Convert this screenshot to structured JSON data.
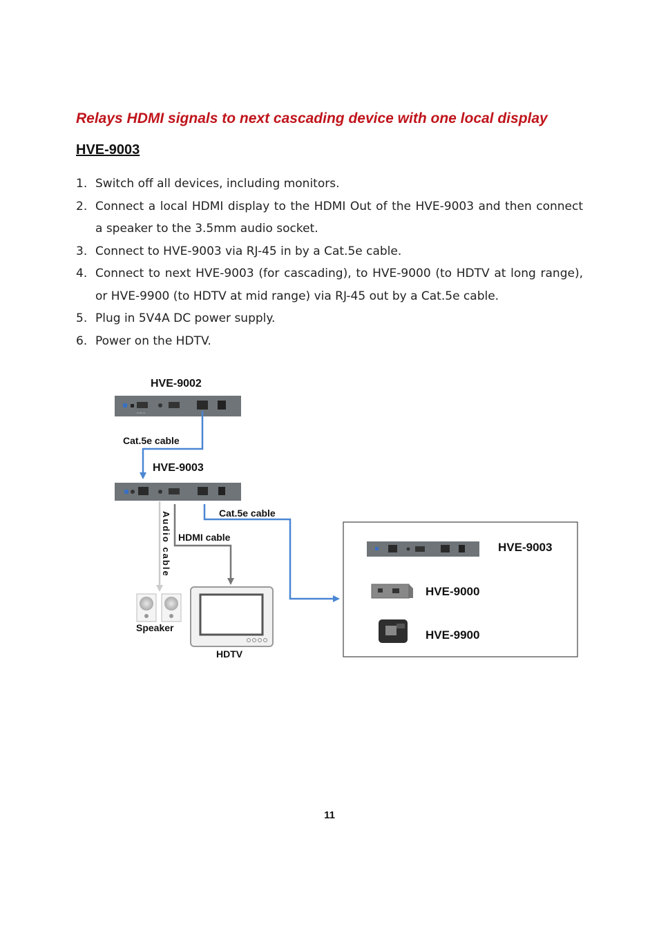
{
  "section": {
    "heading": "Relays HDMI signals to next cascading device with one local display",
    "model": "HVE-9003"
  },
  "steps": [
    {
      "num": "1.",
      "text": "Switch off all devices, including monitors."
    },
    {
      "num": "2.",
      "text": "Connect a local HDMI display to the HDMI Out of the HVE-9003 and then connect a speaker to the 3.5mm audio socket."
    },
    {
      "num": "3.",
      "text": "Connect to HVE-9003 via RJ-45 in by a Cat.5e cable."
    },
    {
      "num": "4.",
      "text": "Connect to next HVE-9003 (for cascading), to HVE-9000 (to HDTV at long range), or HVE-9900 (to HDTV at mid range) via RJ-45 out by a Cat.5e cable."
    },
    {
      "num": "5.",
      "text": "Plug in 5V4A DC power supply."
    },
    {
      "num": "6.",
      "text": "Power on the HDTV."
    }
  ],
  "diagram": {
    "top_device": "HVE-9002",
    "cable1": "Cat.5e cable",
    "mid_device": "HVE-9003",
    "cable2": "Cat.5e cable",
    "audio_cable": "Audio cable",
    "hdmi_cable": "HDMI cable",
    "speaker": "Speaker",
    "hdtv": "HDTV",
    "box_items": [
      "HVE-9003",
      "HVE-9000",
      "HVE-9900"
    ],
    "colors": {
      "cat5e": "#4a86d4",
      "hdmi": "#777777",
      "audio": "#cccccc",
      "device": "#6e7478"
    }
  },
  "page_number": "11"
}
